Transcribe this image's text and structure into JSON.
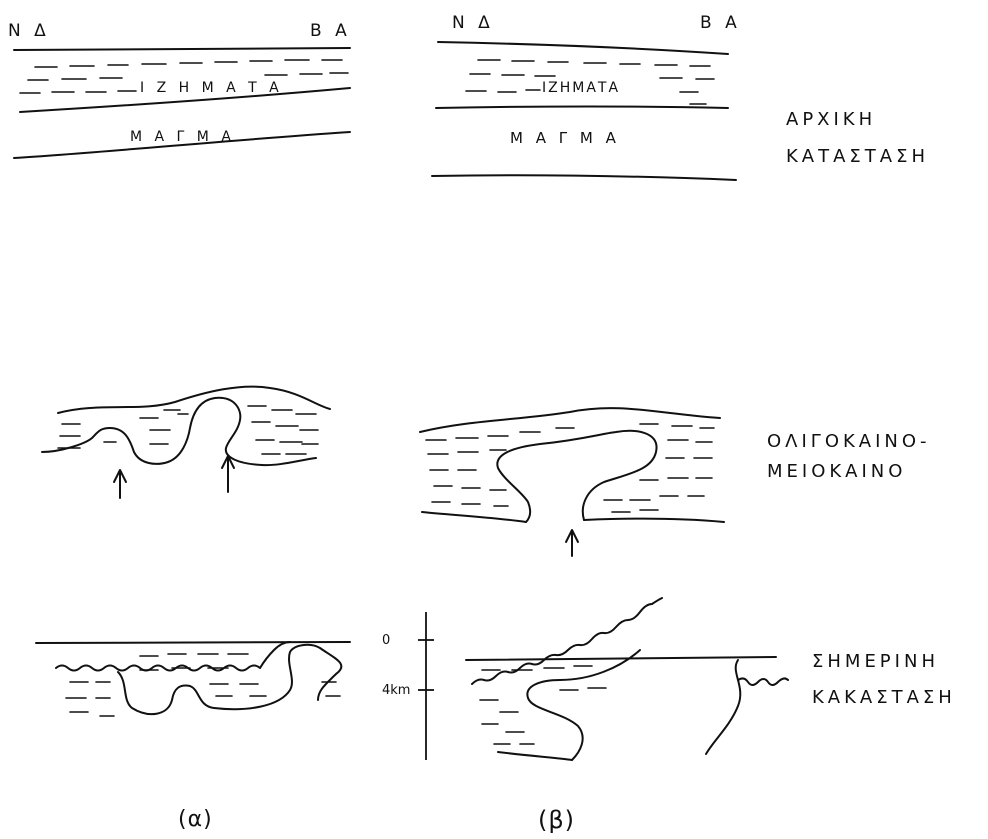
{
  "labels": {
    "a_west": "Ν Δ",
    "a_east": "Β Α",
    "b_west": "Ν Δ",
    "b_east": "Β Α",
    "a_sediments": "Ι Ζ Η Μ Α Τ Α",
    "a_magma": "Μ Α Γ Μ Α",
    "b_sediments": "ΙΖΗΜΑΤΑ",
    "b_magma": "Μ Α Γ Μ  Α",
    "stage1_line1": "ΑΡΧΙΚΗ",
    "stage1_line2": "ΚΑΤΑΣΤΑΣΗ",
    "stage2_line1": "ΟΛΙΓΟΚΑΙΝΟ-",
    "stage2_line2": "ΜΕΙΟΚΑΙΝΟ",
    "stage3_line1": "ΣΗΜΕΡΙΝΗ",
    "stage3_line2": "ΚΑΚΑΣΤΑΣΗ",
    "depth_0": "0",
    "depth_4": "4km",
    "panel_a": "(α)",
    "panel_b": "(β)"
  },
  "colors": {
    "ink": "#111111",
    "paper": "#ffffff"
  }
}
